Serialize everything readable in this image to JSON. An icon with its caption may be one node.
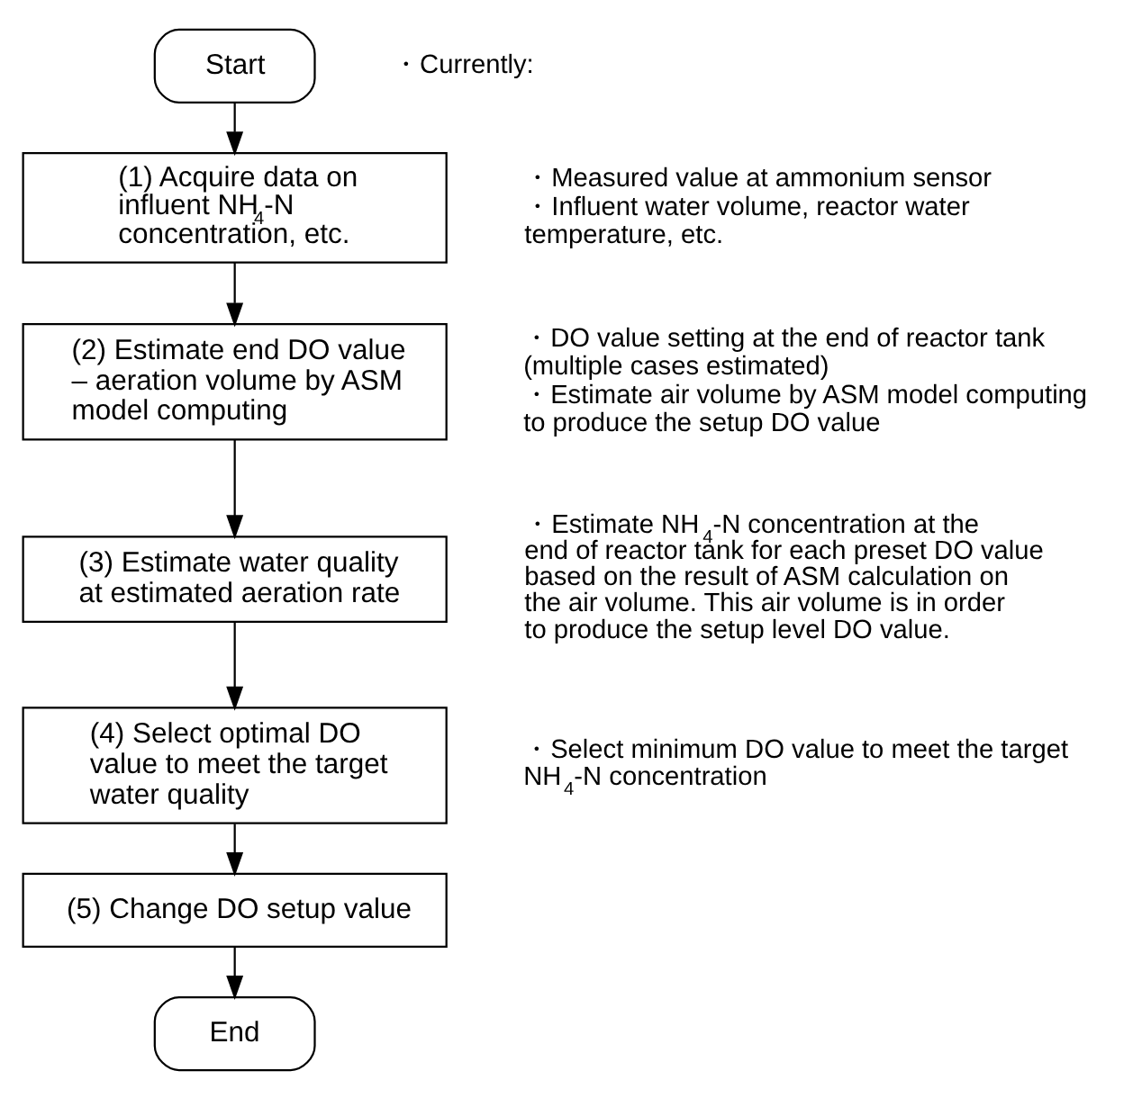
{
  "diagram": {
    "nodes": [
      {
        "text": [
          "Start"
        ],
        "beside": [
          "・Currently:"
        ]
      },
      {
        "text": [
          "(1) Acquire data on influent NH$_{4}$-N concentration, etc."
        ],
        "beside": [
          "・Measured value at ammonium sensor",
          "・Influent water volume, reactor water temperature, etc."
        ]
      },
      {
        "text": [
          "(2) Estimate end DO value – aeration volume by ASM model computing"
        ],
        "beside": [
          "・DO value setting at the end of reactor tank (multiple cases estimated)",
          "・Estimate air volume by ASM model computing to produce the setup DO value"
        ]
      },
      {
        "text": [
          "(3) Estimate water quality at estimated aeration rate"
        ],
        "beside": [
          "・Estimate NH$_{4}$-N concentration at the end of reactor tank for each preset DO value based on the result of ASM calculation on the air volume. This air volume is in order to produce the setup level DO value."
        ]
      },
      {
        "text": [
          "(4) Select optimal DO value to meet the target water quality"
        ],
        "beside": [
          "・Select minimum DO value to meet the target NH$_{4}$-N concentration"
        ]
      },
      {
        "text": [
          "(5) Change DO setup value"
        ]
      },
      {
        "text": [
          "End"
        ]
      }
    ],
    "edges": [
      {
        "from": 0,
        "to": 1,
        "arrow": "to"
      },
      {
        "from": 1,
        "to": 2,
        "arrow": "to"
      },
      {
        "from": 2,
        "to": 3,
        "arrow": "to"
      },
      {
        "from": 3,
        "to": 4,
        "arrow": "to"
      },
      {
        "from": 4,
        "to": 5,
        "arrow": "to"
      },
      {
        "from": 5,
        "to": 6,
        "arrow": "to"
      }
    ]
  }
}
